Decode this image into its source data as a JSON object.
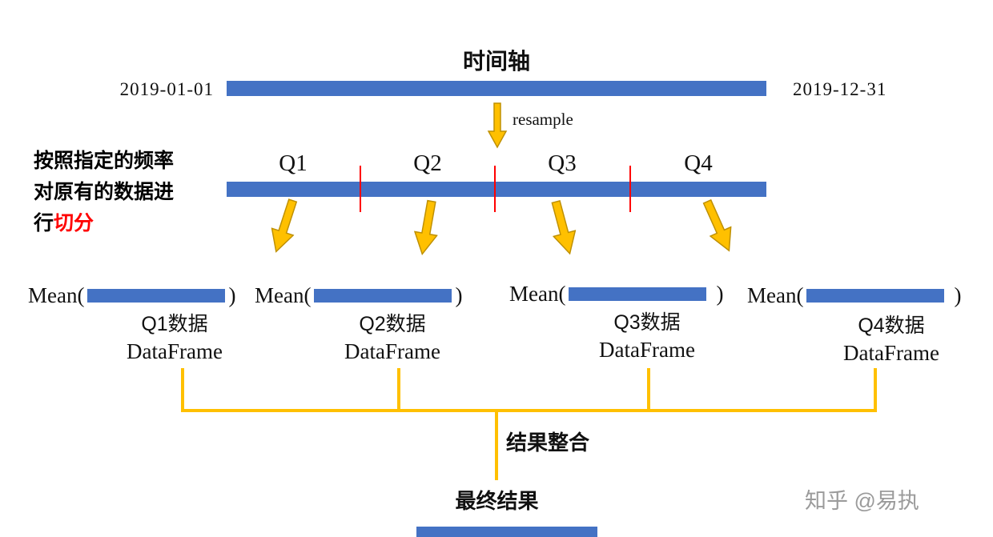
{
  "title": "时间轴",
  "timeline": {
    "start_date": "2019-01-01",
    "end_date": "2019-12-31",
    "resample_label": "resample"
  },
  "annotation": {
    "line1": "按照指定的频率",
    "line2": "对原有的数据进",
    "line3_prefix": "行",
    "line3_highlight": "切分"
  },
  "quarters": [
    "Q1",
    "Q2",
    "Q3",
    "Q4"
  ],
  "mean_groups": [
    {
      "prefix": "Mean(",
      "suffix": ")",
      "dataset": "Q1数据",
      "type": "DataFrame"
    },
    {
      "prefix": "Mean(",
      "suffix": ")",
      "dataset": "Q2数据",
      "type": "DataFrame"
    },
    {
      "prefix": "Mean(",
      "suffix": ")",
      "dataset": "Q3数据",
      "type": "DataFrame"
    },
    {
      "prefix": "Mean(",
      "suffix": ")",
      "dataset": "Q4数据",
      "type": "DataFrame"
    }
  ],
  "integration_label": "结果整合",
  "final_label": "最终结果",
  "watermark": "知乎 @易执",
  "colors": {
    "bar": "#4472C4",
    "arrow": "#FFC000",
    "arrow_border": "#BF9000",
    "connector": "#FFC000",
    "tick": "#FF0000",
    "highlight": "#FF0000",
    "watermark_gray": "#9B9B9B"
  }
}
